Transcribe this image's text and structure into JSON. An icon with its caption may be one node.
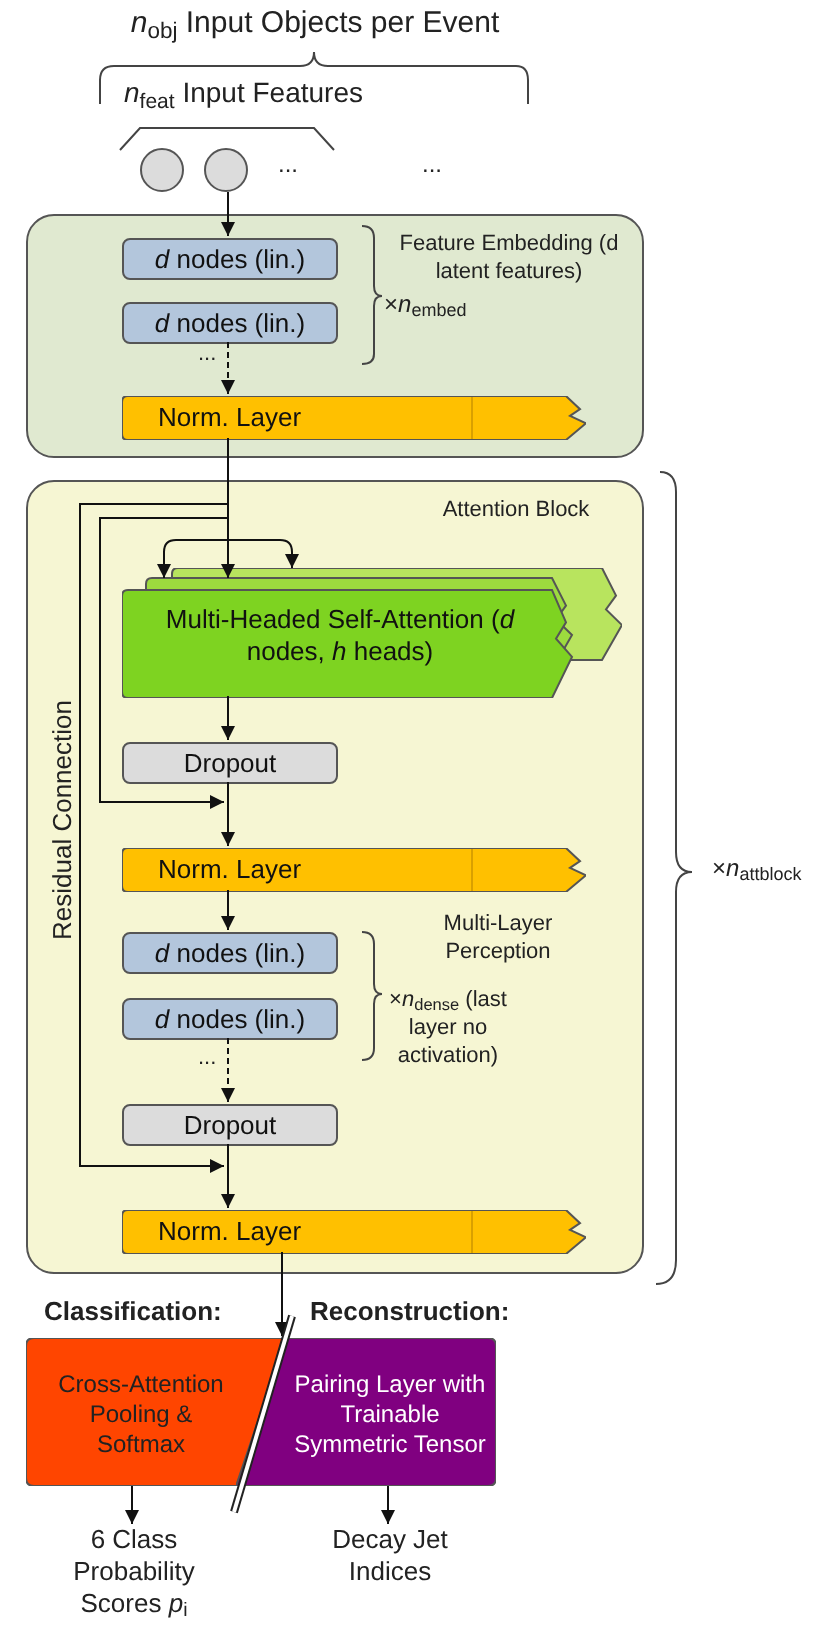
{
  "diagram": {
    "nodes": [
      {
        "text": [],
        "shape": "circle"
      },
      {
        "text": [],
        "shape": "circle"
      },
      {
        "text": [
          "Feature Embedding (d latent features)"
        ]
      },
      {
        "text": [
          "*d* nodes (lin.)"
        ],
        "in": 2
      },
      {
        "text": [
          "*d* nodes (lin.)"
        ],
        "in": 2
      },
      {
        "text": [
          "Norm. Layer"
        ],
        "in": 2
      },
      {
        "text": [
          "Attention Block"
        ]
      },
      {
        "text": [
          "Multi-Headed Self-Attention (*d* nodes, *h* heads)"
        ],
        "in": 6
      },
      {
        "text": [
          "Dropout"
        ],
        "in": 6
      },
      {
        "text": [
          "Norm. Layer"
        ],
        "in": 6
      },
      {
        "text": [
          "*d* nodes (lin.)"
        ],
        "in": 6
      },
      {
        "text": [
          "*d* nodes (lin.)"
        ],
        "in": 6
      },
      {
        "text": [
          "Dropout"
        ],
        "in": 6
      },
      {
        "text": [
          "Norm. Layer"
        ],
        "in": 6
      },
      {
        "text": [
          "Cross-Attention Pooling & Softmax"
        ]
      },
      {
        "text": [
          "Pairing Layer with Trainable Symmetric Tensor"
        ]
      },
      {
        "text": [
          "6 Class Probability Scores *p*$_{i}$"
        ]
      },
      {
        "text": [
          "Decay Jet Indices"
        ]
      }
    ],
    "edges": [
      {
        "from": 1,
        "to": 3,
        "arrow": "to"
      },
      {
        "from": 4,
        "to": 5,
        "arrow": "to",
        "style": "dashed"
      },
      {
        "from": 5,
        "to": 7,
        "arrow": "to"
      },
      {
        "from": 5,
        "to": 9,
        "arrow": "to"
      },
      {
        "from": 5,
        "to": 13,
        "arrow": "to"
      },
      {
        "from": 7,
        "to": 8,
        "arrow": "to"
      },
      {
        "from": 8,
        "to": 9,
        "arrow": "to"
      },
      {
        "from": 9,
        "to": 10,
        "arrow": "to"
      },
      {
        "from": 11,
        "to": 12,
        "arrow": "to",
        "style": "dashed"
      },
      {
        "from": 12,
        "to": 13,
        "arrow": "to"
      },
      {
        "from": 13,
        "to": 14,
        "arrow": "to"
      },
      {
        "from": 13,
        "to": 15,
        "arrow": "to"
      },
      {
        "from": 14,
        "to": 16,
        "arrow": "to"
      },
      {
        "from": 15,
        "to": 17,
        "arrow": "to"
      }
    ],
    "labels": [
      "*n*$_{obj}$ Input Objects per Event",
      "*n*$_{feat}$ Input Features",
      "...",
      "...",
      "...",
      "×*n*$_{embed}$",
      "Residual Connection",
      "×*n*$_{attblock}$",
      "Multi-Layer Perception",
      "×*n*$_{dense}$ (last layer no activation)",
      "...",
      "Classification:",
      "Reconstruction:"
    ]
  }
}
